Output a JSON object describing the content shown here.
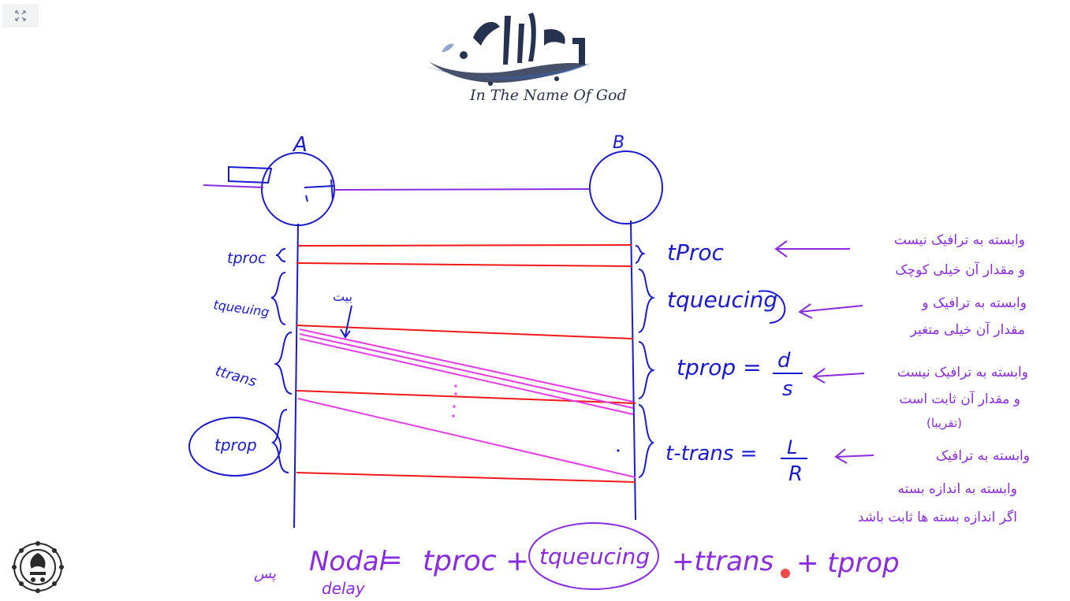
{
  "toolbar": {
    "expand_icon": "expand-arrows-icon"
  },
  "banner": {
    "calligraphy": "بسم الله الرحمن الرحیم",
    "caption": "In The Name Of God"
  },
  "nodes": {
    "a": "A",
    "b": "B"
  },
  "timeline_labels": {
    "proc": "tproc",
    "queuing": "tqueuing",
    "trans": "ttrans",
    "prop": "tprop",
    "bit": "بیت"
  },
  "formulas": {
    "proc": "tProc",
    "queuing": "tqueucing",
    "prop_lhs": "tprop =",
    "prop_num": "d",
    "prop_den": "s",
    "trans_lhs": "t-trans =",
    "trans_num": "L",
    "trans_den": "R"
  },
  "notes": {
    "proc_line1": "وابسته به ترافیک نیست",
    "proc_line2": "و مقدار آن خیلی کوچک",
    "queuing_line1": "وابسته به ترافیک و",
    "queuing_line2": "مقدار آن خیلی متغیر",
    "prop_line1": "وابسته به ترافیک نیست",
    "prop_line2": "و مقدار آن ثابت است",
    "prop_line3": "(تقریبا)",
    "trans_line1": "وابسته به ترافیک",
    "trans_line2": "وابسته به اندازه بسته",
    "trans_line3": "اگر اندازه بسته ها ثابت باشد"
  },
  "equation": {
    "prefix": "پس",
    "lhs": "Nodal",
    "lhs_sub": "delay",
    "eq": "=",
    "t1": "tproc +",
    "t2": "tqueucing",
    "t3": "+ttrans",
    "t4": "+ tprop"
  },
  "colors": {
    "ink_blue": "#1a1ad0",
    "ink_red": "#f01818",
    "ink_magenta": "#e63ce6",
    "ink_purple": "#8a2be2",
    "pointer_red": "#ee4a4a"
  }
}
